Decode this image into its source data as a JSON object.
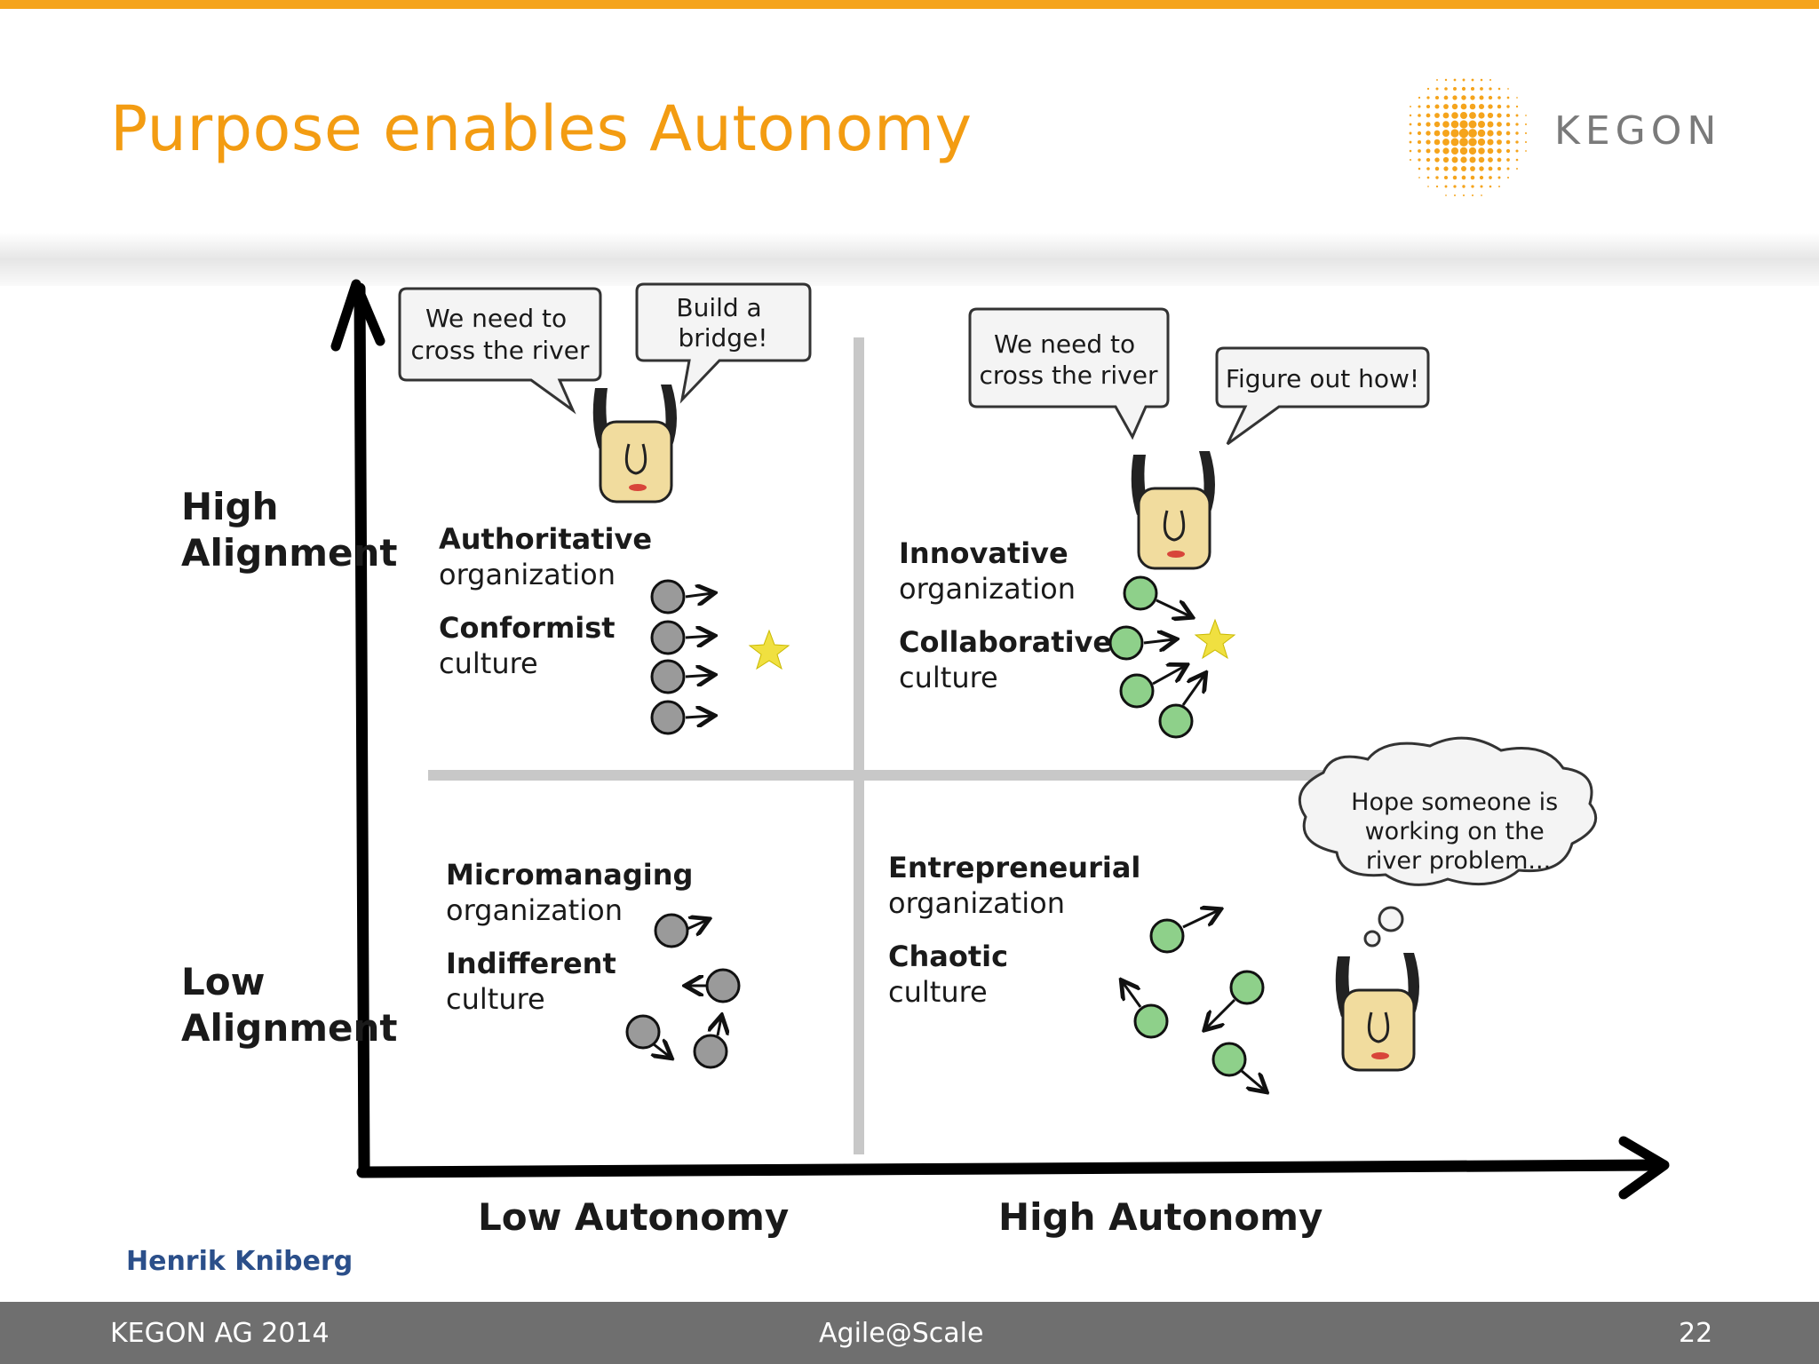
{
  "slide": {
    "title": "Purpose enables Autonomy",
    "logo_text": "KEGON",
    "accent_color": "#f5a41c",
    "footer": {
      "company": "KEGON AG  2014",
      "center": "Agile@Scale",
      "page": "22"
    }
  },
  "diagram": {
    "y_axis": {
      "high": [
        "High",
        "Alignment"
      ],
      "low": [
        "Low",
        "Alignment"
      ]
    },
    "x_axis": {
      "low": "Low Autonomy",
      "high": "High Autonomy"
    },
    "credit": "Henrik Kniberg",
    "quadrants": {
      "top_left": {
        "organization": [
          "Authoritative",
          "organization"
        ],
        "culture": [
          "Conformist",
          "culture"
        ],
        "bubbles": [
          [
            "We need to",
            "cross the river"
          ],
          [
            "Build a",
            "bridge!"
          ]
        ]
      },
      "top_right": {
        "organization": [
          "Innovative",
          "organization"
        ],
        "culture": [
          "Collaborative",
          "culture"
        ],
        "bubbles": [
          [
            "We need to",
            "cross the river"
          ],
          [
            "Figure out how!"
          ]
        ]
      },
      "bottom_left": {
        "organization": [
          "Micromanaging",
          "organization"
        ],
        "culture": [
          "Indifferent",
          "culture"
        ]
      },
      "bottom_right": {
        "organization": [
          "Entrepreneurial",
          "organization"
        ],
        "culture": [
          "Chaotic",
          "culture"
        ],
        "thought": [
          "Hope someone is",
          "working on the",
          "river problem..."
        ]
      }
    }
  }
}
